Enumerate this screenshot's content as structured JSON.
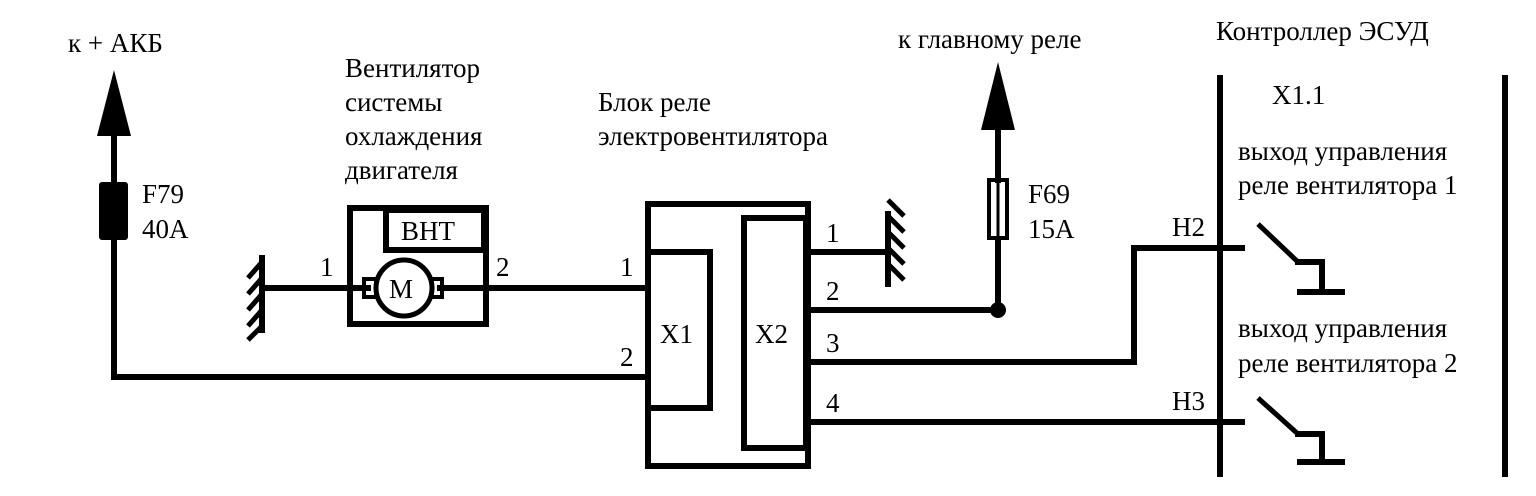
{
  "labels": {
    "akb": "к + АКБ",
    "main_relay": "к главному реле",
    "controller": "Контроллер ЭСУД",
    "fan_line1": "Вентилятор",
    "fan_line2": "системы",
    "fan_line3": "охлаждения",
    "fan_line4": "двигателя",
    "relay_block_line1": "Блок реле",
    "relay_block_line2": "электровентилятора",
    "f79_name": "F79",
    "f79_rating": "40A",
    "f69_name": "F69",
    "f69_rating": "15A",
    "vnt": "ВНТ",
    "motor": "M",
    "x1": "X1",
    "x2": "X2",
    "x11": "X1.1",
    "h2": "H2",
    "h3": "H3",
    "out1_line1": "выход управления",
    "out1_line2": "реле вентилятора 1",
    "out2_line1": "выход управления",
    "out2_line2": "реле вентилятора 2"
  },
  "pins": {
    "motor_pin1": "1",
    "motor_pin2": "2",
    "x1_pin1": "1",
    "x1_pin2": "2",
    "x2_pin1": "1",
    "x2_pin2": "2",
    "x2_pin3": "3",
    "x2_pin4": "4"
  }
}
